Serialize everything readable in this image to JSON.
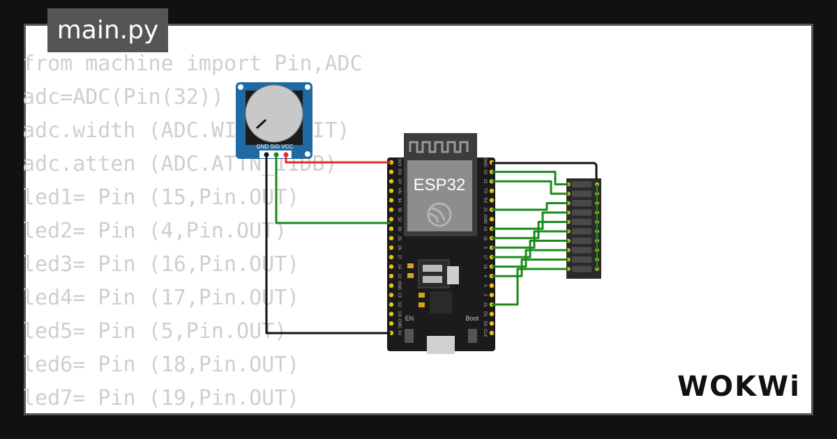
{
  "editor": {
    "filename": "main.py",
    "code_lines": [
      "from machine import Pin,ADC",
      "adc=ADC(Pin(32))",
      "adc.width (ADC.WIDTH_9BIT)",
      "adc.atten (ADC.ATTN_11DB)",
      "led1= Pin (15,Pin.OUT)",
      "led2= Pin (4,Pin.OUT)",
      "led3= Pin (16,Pin.OUT)",
      "led4= Pin (17,Pin.OUT)",
      "led5= Pin (5,Pin.OUT)",
      "led6= Pin (18,Pin.OUT)",
      "led7= Pin (19,Pin.OUT)"
    ]
  },
  "board": {
    "chip_label": "ESP32",
    "en_label": "EN",
    "boot_label": "Boot",
    "left_pins": [
      "3V3",
      "EN",
      "VP",
      "VN",
      "34",
      "35",
      "32",
      "33",
      "25",
      "26",
      "27",
      "14",
      "12",
      "GND",
      "13",
      "D2",
      "D3",
      "CMD",
      "5V"
    ],
    "right_pins": [
      "GND",
      "23",
      "22",
      "TX",
      "RX",
      "21",
      "GND",
      "19",
      "18",
      "5",
      "17",
      "16",
      "4",
      "0",
      "2",
      "15",
      "D1",
      "D0",
      "CLK"
    ]
  },
  "potentiometer": {
    "pin_label": "GND SIG VCC"
  },
  "colors": {
    "wire_power": "#e62b2b",
    "wire_signal": "#1a8a1a",
    "wire_ground": "#111111",
    "pot_body": "#1f6aa3",
    "board_body": "#1b1b1b",
    "pin_pad": "#e8c21a"
  },
  "brand": {
    "name": "WOKWi"
  }
}
